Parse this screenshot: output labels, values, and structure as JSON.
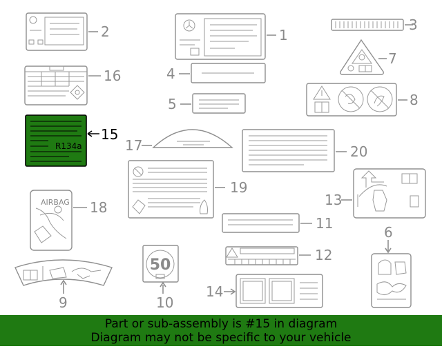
{
  "callouts": {
    "c1": "1",
    "c2": "2",
    "c3": "3",
    "c4": "4",
    "c5": "5",
    "c6": "6",
    "c7": "7",
    "c8": "8",
    "c9": "9",
    "c10": "10",
    "c11": "11",
    "c12": "12",
    "c13": "13",
    "c14": "14",
    "c15": "15",
    "c16": "16",
    "c17": "17",
    "c18": "18",
    "c19": "19",
    "c20": "20"
  },
  "label_texts": {
    "refrigerant": "R134a",
    "airbag": "AIRBAG",
    "speed": "50"
  },
  "highlight_part": "15",
  "colors": {
    "highlight": "#1f7a12",
    "line": "#8f8f8f",
    "callout": "#8a8a8a",
    "banner": "#1f7a12"
  },
  "banner": {
    "line1": "Part or sub-assembly is #15 in diagram",
    "line2": "Diagram may not be specific to your vehicle"
  }
}
